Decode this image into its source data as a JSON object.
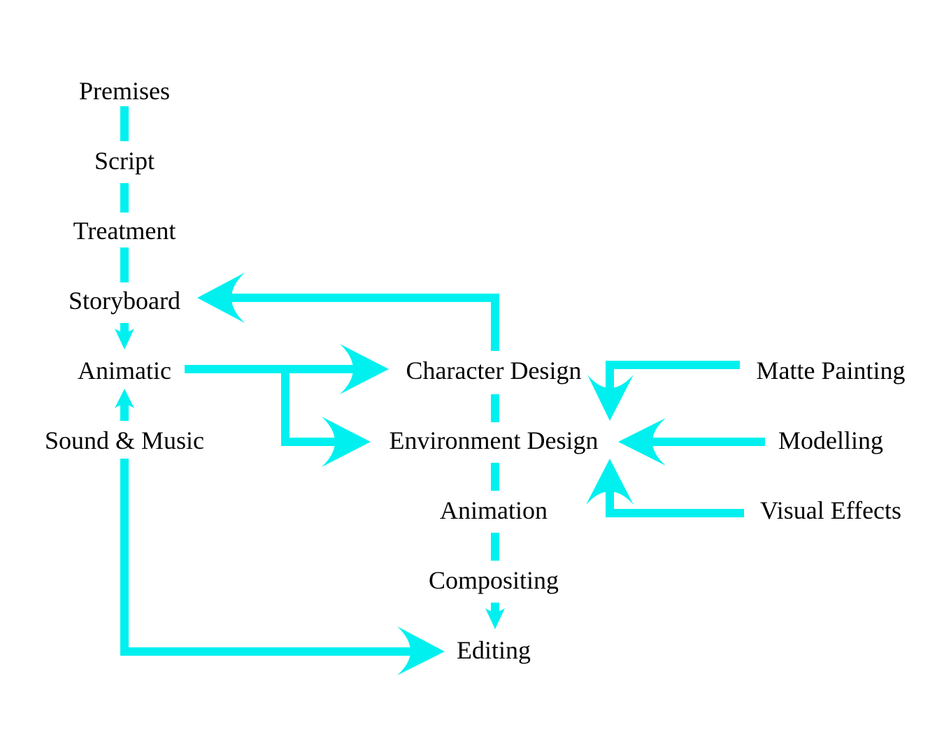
{
  "diagram": {
    "edge_color": "#00f0f0",
    "text_color": "#000000",
    "nodes": {
      "premises": "Premises",
      "script": "Script",
      "treatment": "Treatment",
      "storyboard": "Storyboard",
      "animatic": "Animatic",
      "sound_music": "Sound & Music",
      "character_design": "Character Design",
      "environment_design": "Environment Design",
      "animation": "Animation",
      "compositing": "Compositing",
      "editing": "Editing",
      "matte_painting": "Matte Painting",
      "modelling": "Modelling",
      "visual_effects": "Visual Effects"
    },
    "edges": [
      {
        "from": "premises",
        "to": "script"
      },
      {
        "from": "script",
        "to": "treatment"
      },
      {
        "from": "treatment",
        "to": "storyboard"
      },
      {
        "from": "storyboard",
        "to": "animatic"
      },
      {
        "from": "sound_music",
        "to": "animatic"
      },
      {
        "from": "animatic",
        "to": "character_design"
      },
      {
        "from": "animatic",
        "to": "environment_design"
      },
      {
        "from": "character_design",
        "to": "storyboard"
      },
      {
        "from": "character_design",
        "to": "environment_design"
      },
      {
        "from": "environment_design",
        "to": "animation"
      },
      {
        "from": "animation",
        "to": "compositing"
      },
      {
        "from": "compositing",
        "to": "editing"
      },
      {
        "from": "sound_music",
        "to": "editing"
      },
      {
        "from": "matte_painting",
        "to": "environment_design"
      },
      {
        "from": "modelling",
        "to": "environment_design"
      },
      {
        "from": "visual_effects",
        "to": "environment_design"
      }
    ]
  }
}
